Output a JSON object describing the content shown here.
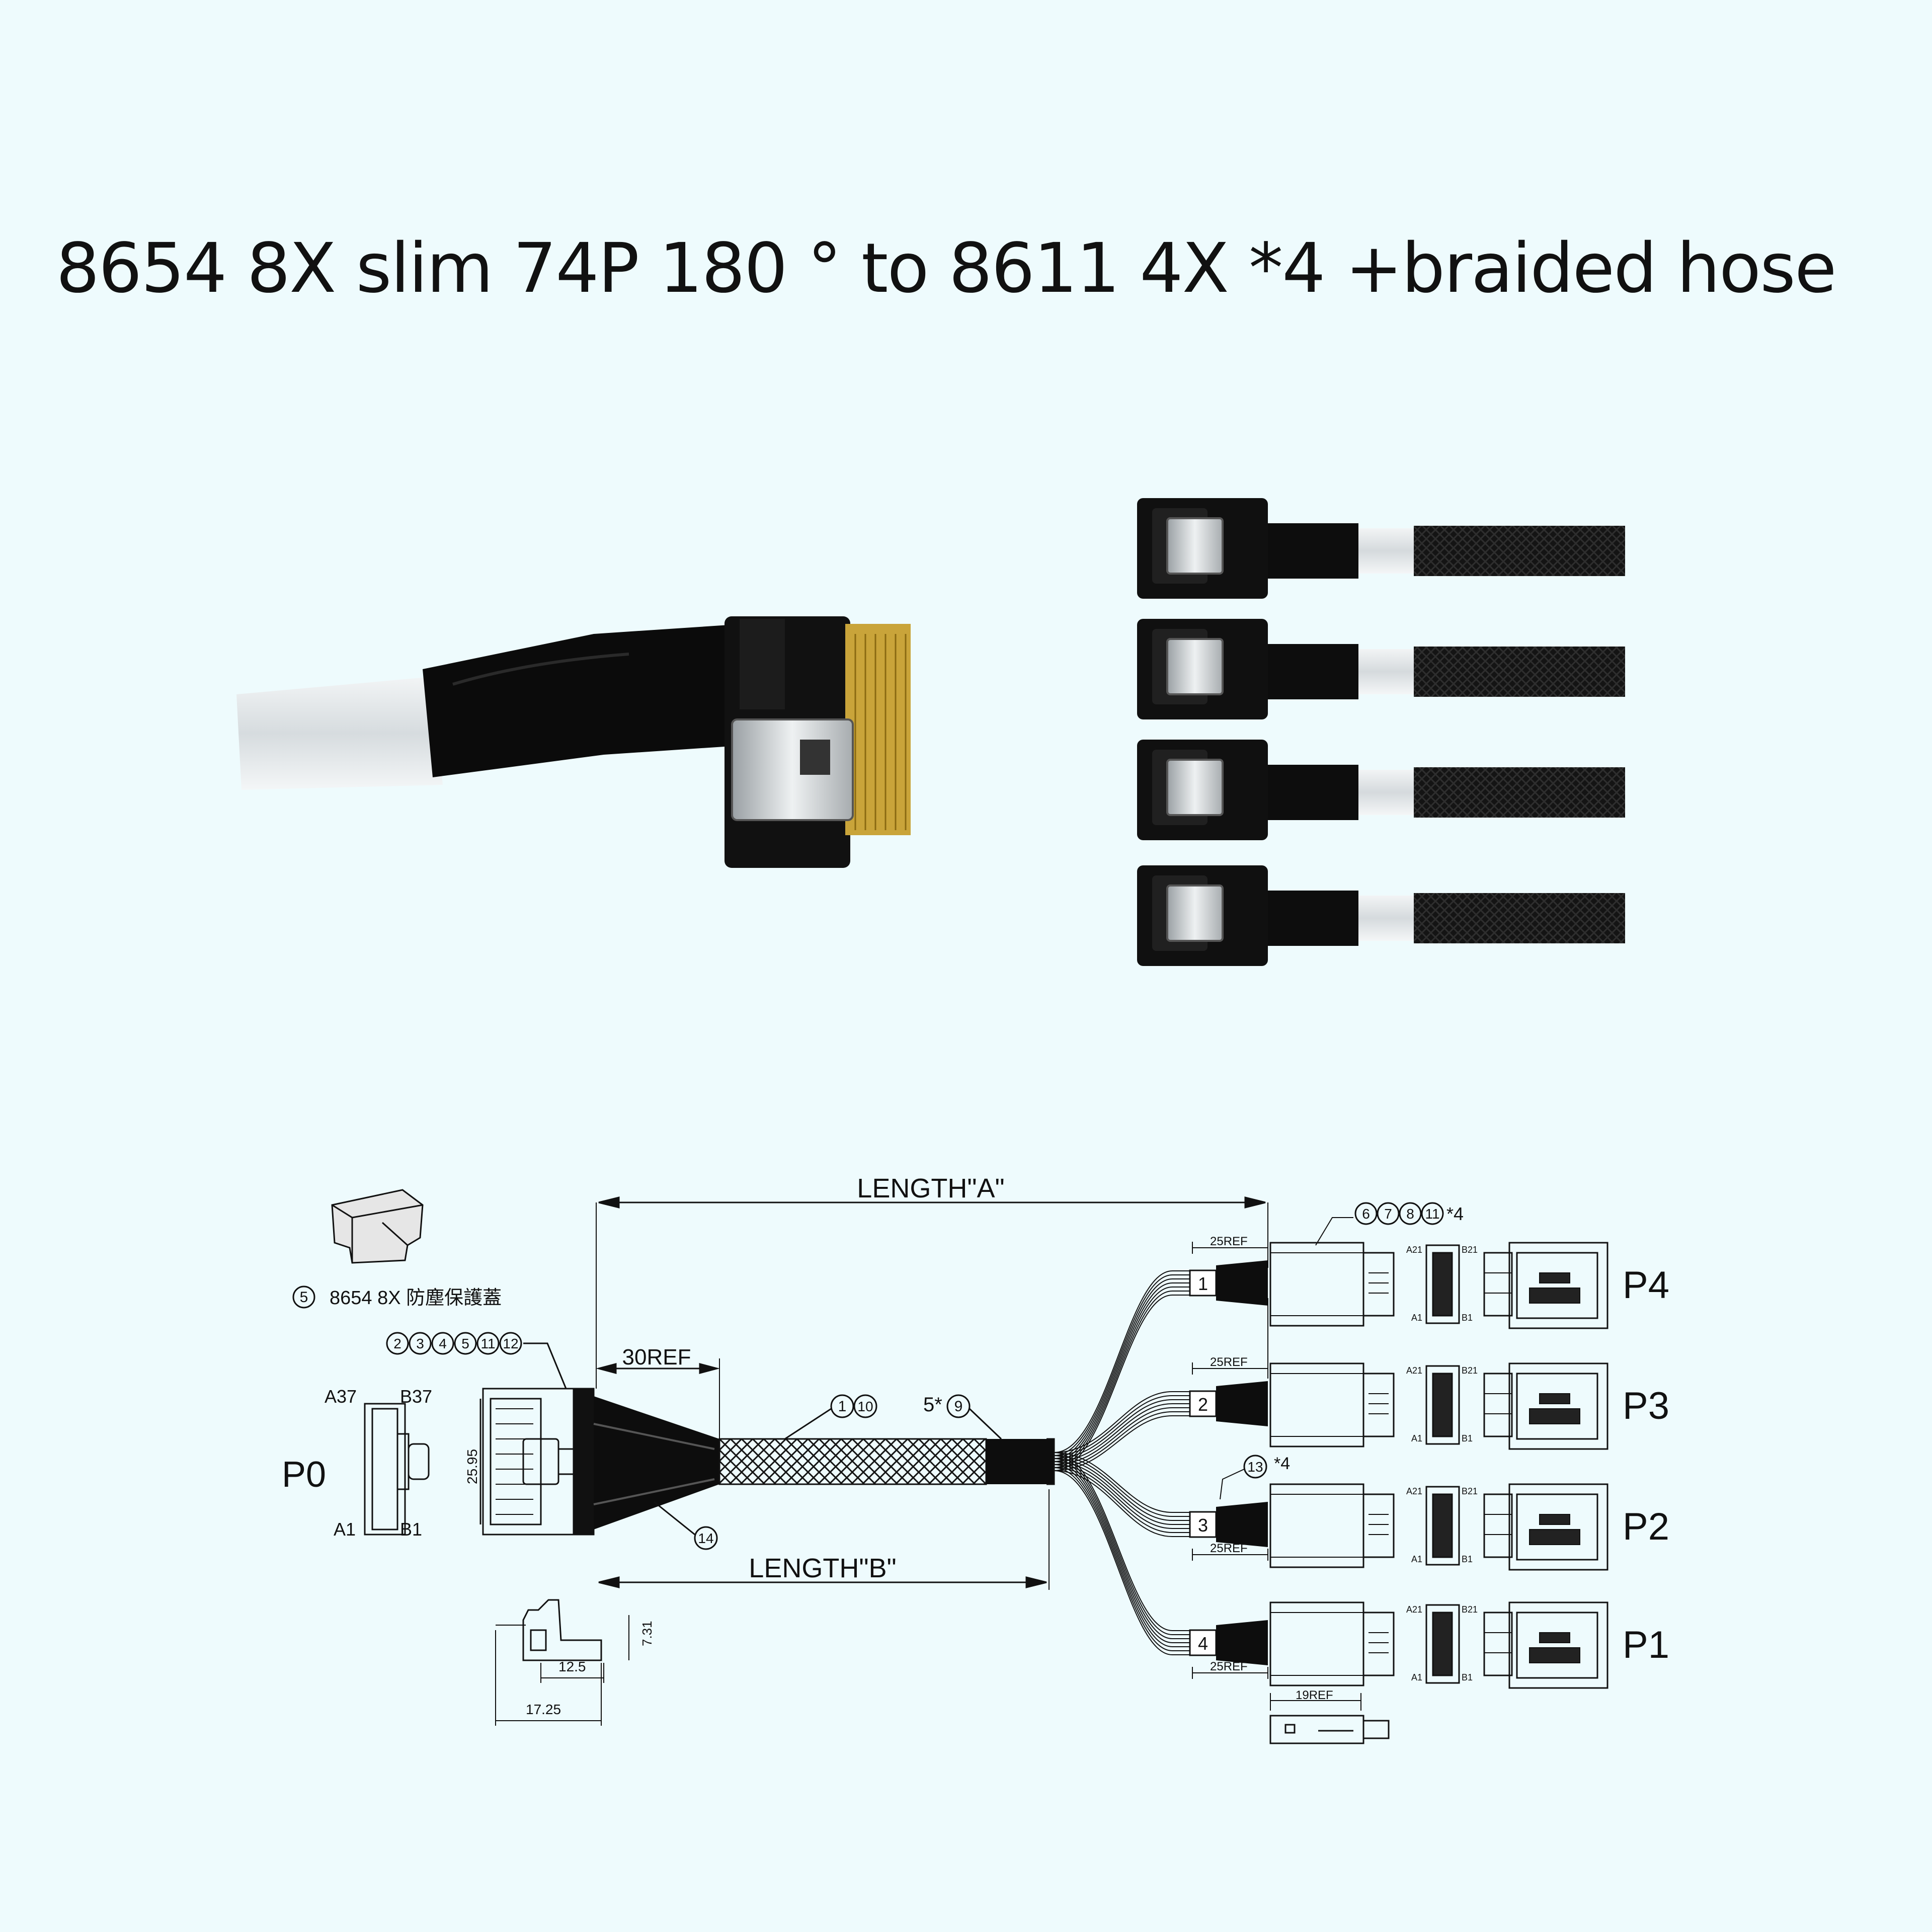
{
  "title": "8654 8X slim 74P 180 ° to 8611 4X *4 +braided hose",
  "colors": {
    "background": "#eefbfd",
    "cable": "#0d0d0d",
    "gold": "#c9a43a",
    "sleeve": "#e4e8ea"
  },
  "drawing": {
    "dust_cap_label": "8654 8X 防塵保護蓋",
    "dust_cap_callout": "5",
    "p0_callouts": [
      "2",
      "3",
      "4",
      "5",
      "11",
      "12"
    ],
    "p0_label": "P0",
    "pin_a37": "A37",
    "pin_b37": "B37",
    "pin_a1": "A1",
    "pin_b1": "B1",
    "dim_2595": "25.95",
    "length_a": "LENGTH\"A\"",
    "length_b": "LENGTH\"B\"",
    "ref_30": "30REF",
    "callout_braid": [
      "1",
      "10"
    ],
    "callout_sleeve_prefix": "5*",
    "callout_sleeve": "9",
    "callout_14": "14",
    "dim_731": "7.31",
    "dim_125": "12.5",
    "dim_1725": "17.25",
    "branch_callouts": [
      "6",
      "7",
      "8",
      "11"
    ],
    "branch_callouts_suffix": "*4",
    "callout_13": "13",
    "callout_13_suffix": "*4",
    "ref_25": "25REF",
    "ref_19": "19REF",
    "pin_a21": "A21",
    "pin_b21": "B21",
    "pin_sa1": "A1",
    "pin_sb1": "B1",
    "ports": [
      {
        "num": "1",
        "label": "P4"
      },
      {
        "num": "2",
        "label": "P3"
      },
      {
        "num": "3",
        "label": "P2"
      },
      {
        "num": "4",
        "label": "P1"
      }
    ]
  }
}
